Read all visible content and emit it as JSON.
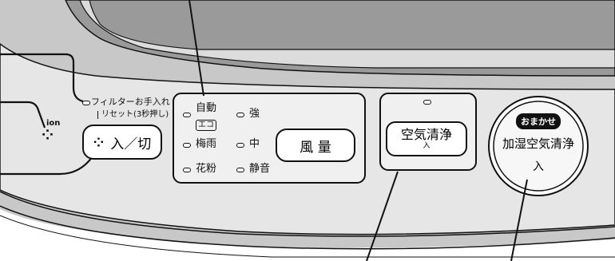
{
  "filter_led": {
    "label": "フィルターお手入れ",
    "reset_label": "リセット(3秒押し)"
  },
  "ion": {
    "label": "ion"
  },
  "power_button": {
    "label": "入／切"
  },
  "mode_indicators": {
    "auto": "自動",
    "eco": "エコ",
    "rainy": "梅雨",
    "pollen": "花粉",
    "strong": "強",
    "medium": "中",
    "quiet": "静音"
  },
  "fan_button": {
    "label": "風 量"
  },
  "air_clean_button": {
    "label": "空気清浄",
    "sub": "入"
  },
  "omakase_button": {
    "badge": "おまかせ",
    "label": "加湿空気清浄",
    "sub": "入"
  },
  "colors": {
    "panel_outer": "#b9b9b9",
    "panel_inner": "#e2e2e2",
    "window_dark": "#8d8d8d",
    "line": "#111111"
  }
}
